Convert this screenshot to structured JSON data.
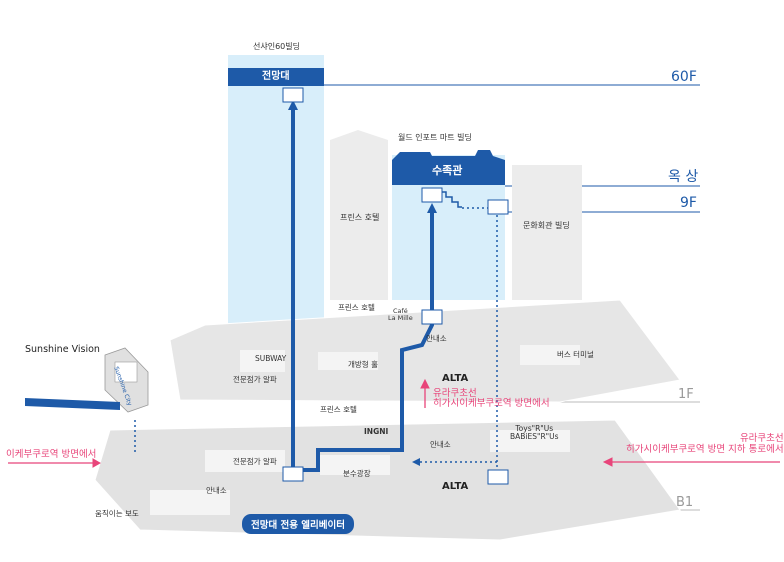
{
  "buildings": {
    "sunshine60": "선샤인60빌딩",
    "observatory": "전망대",
    "world_import": "월드 인포트 마트 빌딩",
    "aquarium": "수족관",
    "prince_hotel": "프린스 호텔",
    "culture_hall": "문화회관 빌딩"
  },
  "floors": {
    "f60": "60F",
    "rooftop": "옥 상",
    "f9": "9F",
    "f1": "1F",
    "b1": "B1"
  },
  "labels": {
    "sunshine_vision": "Sunshine Vision",
    "sunshine_city": "Sunshine City",
    "prince_hotel_1f": "프린스 호텔",
    "cafe": "Café\nLa Mille",
    "subway": "SUBWAY",
    "specialty_elevator_1f": "전문점가 알파",
    "open_plaza": "개방형 홀",
    "info_1f": "안내소",
    "bus_terminal": "버스 터미널",
    "alta_1f": "ALTA",
    "prince_hotel_b1": "프린스 호텔",
    "ingni": "INGNI",
    "info_b1": "안내소",
    "toys": "Toys\"R\"Us\nBABiES\"R\"Us",
    "specialty_b1": "전문점가 알파",
    "fountain": "분수광장",
    "alta_b1": "ALTA",
    "info_b1_left": "안내소",
    "walkway": "움직이는 보도"
  },
  "directions": {
    "from_ikebukuro": "이케부쿠로역 방면에서",
    "yurakucho_higashi": "유라쿠초선\n히가시이케부쿠로역 방면에서",
    "yurakucho_underground": "유라쿠초선\n히가시이케부쿠로역 방면 지하 통로에서"
  },
  "legend": {
    "elevator_label": "전망대 전용 엘리베이터"
  },
  "colors": {
    "route_blue": "#1e5aa8",
    "sky_blue": "#d8eefa",
    "gray_building": "#ececec",
    "pink": "#e8457a"
  }
}
